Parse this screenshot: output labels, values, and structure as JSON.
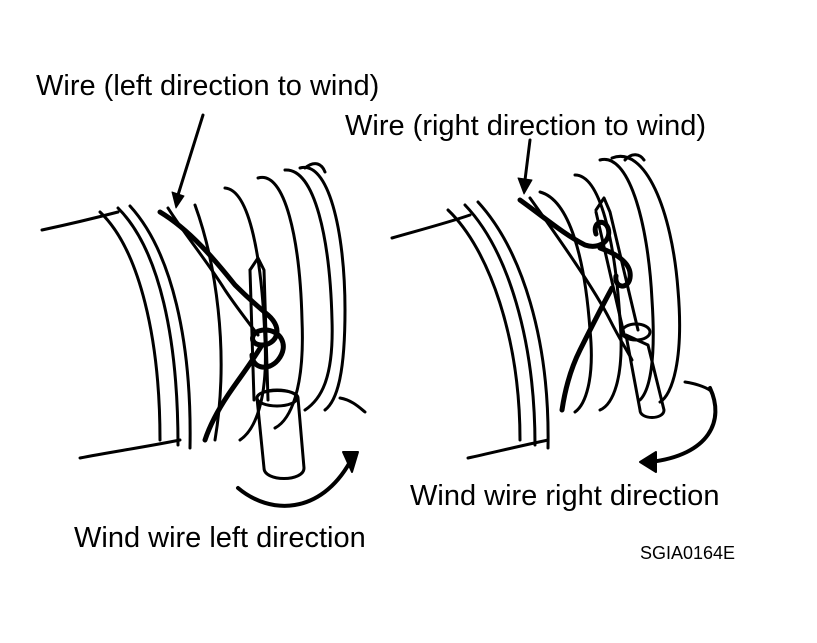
{
  "labels": {
    "wire_left": "Wire (left direction to wind)",
    "wire_right": "Wire (right direction to wind)",
    "wind_left": "Wind wire left direction",
    "wind_right": "Wind wire right direction",
    "figure_code": "SGIA0164E"
  },
  "colors": {
    "ink": "#000000",
    "paper": "#ffffff"
  }
}
